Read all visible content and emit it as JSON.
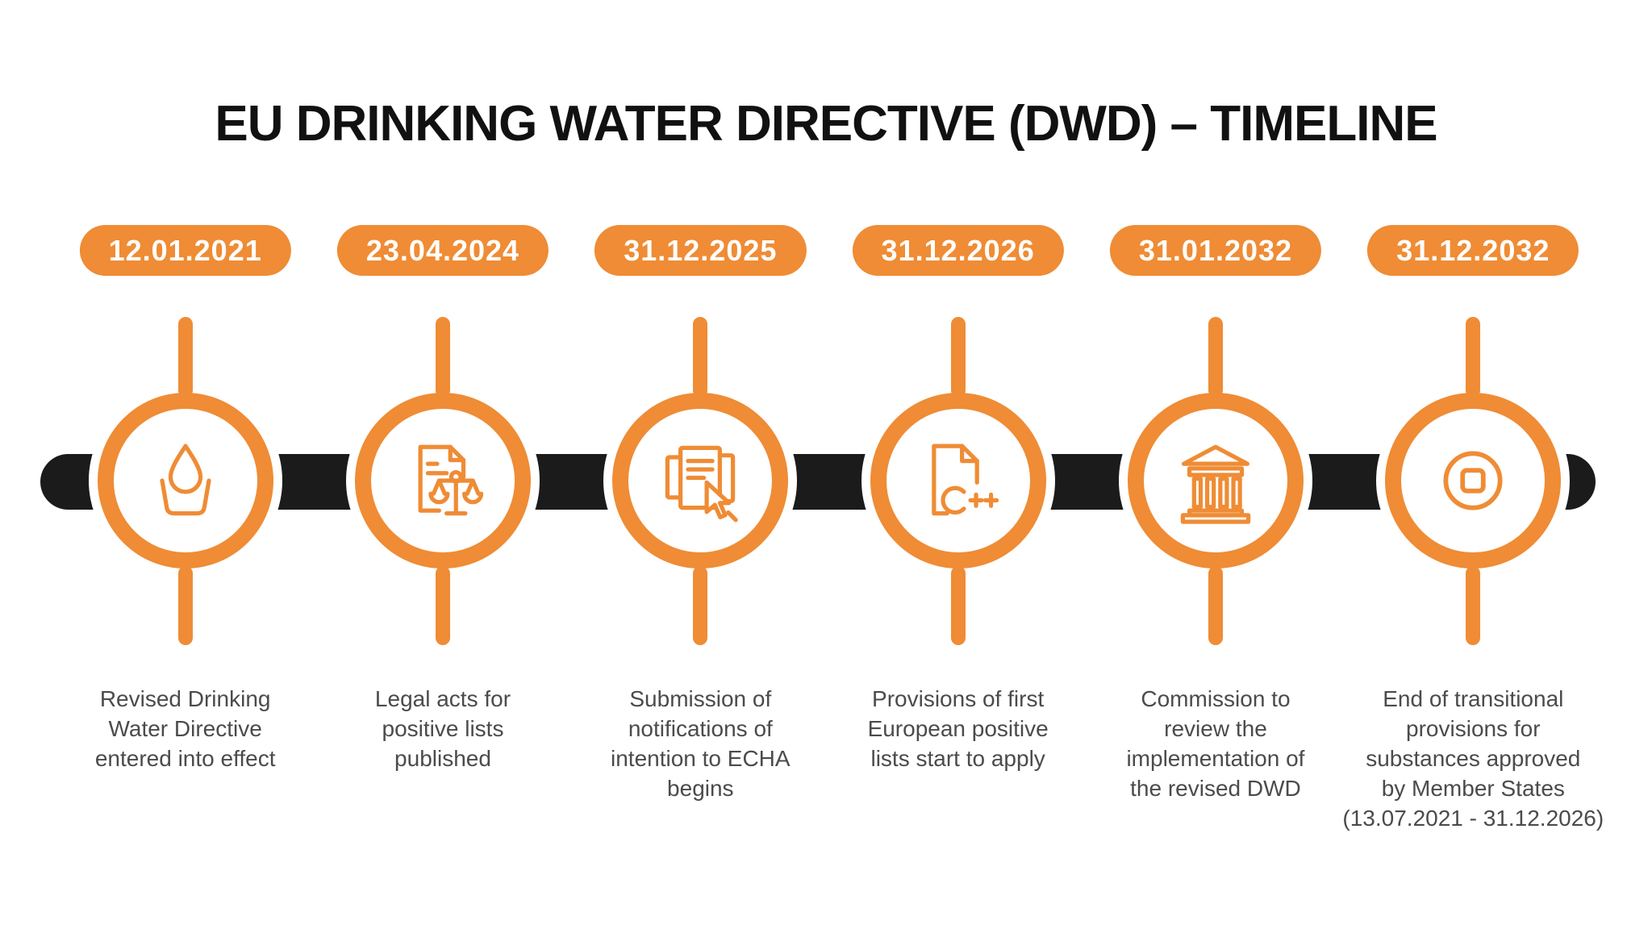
{
  "title": "EU DRINKING WATER DIRECTIVE (DWD) – TIMELINE",
  "colors": {
    "accent_orange": "#EF8C35",
    "bar_black": "#1B1B1B",
    "text_gray": "#4B4B4B",
    "title_black": "#111111"
  },
  "timeline": {
    "milestones": [
      {
        "date": "12.01.2021",
        "icon": "water-drop-basin-icon",
        "description": "Revised Drinking\nWater Directive\nentered into effect"
      },
      {
        "date": "23.04.2024",
        "icon": "document-scales-icon",
        "description": "Legal acts for\npositive lists\npublished"
      },
      {
        "date": "31.12.2025",
        "icon": "documents-cursor-icon",
        "description": "Submission of\nnotifications of\nintention to ECHA\nbegins"
      },
      {
        "date": "31.12.2026",
        "icon": "document-cpp-icon",
        "description": "Provisions of first\nEuropean positive\nlists start to apply"
      },
      {
        "date": "31.01.2032",
        "icon": "institution-building-icon",
        "description": "Commission to\nreview the\nimplementation of\nthe revised DWD"
      },
      {
        "date": "31.12.2032",
        "icon": "stop-circle-icon",
        "description": "End of transitional\nprovisions for\nsubstances approved\nby Member States\n(13.07.2021 - 31.12.2026)"
      }
    ]
  }
}
